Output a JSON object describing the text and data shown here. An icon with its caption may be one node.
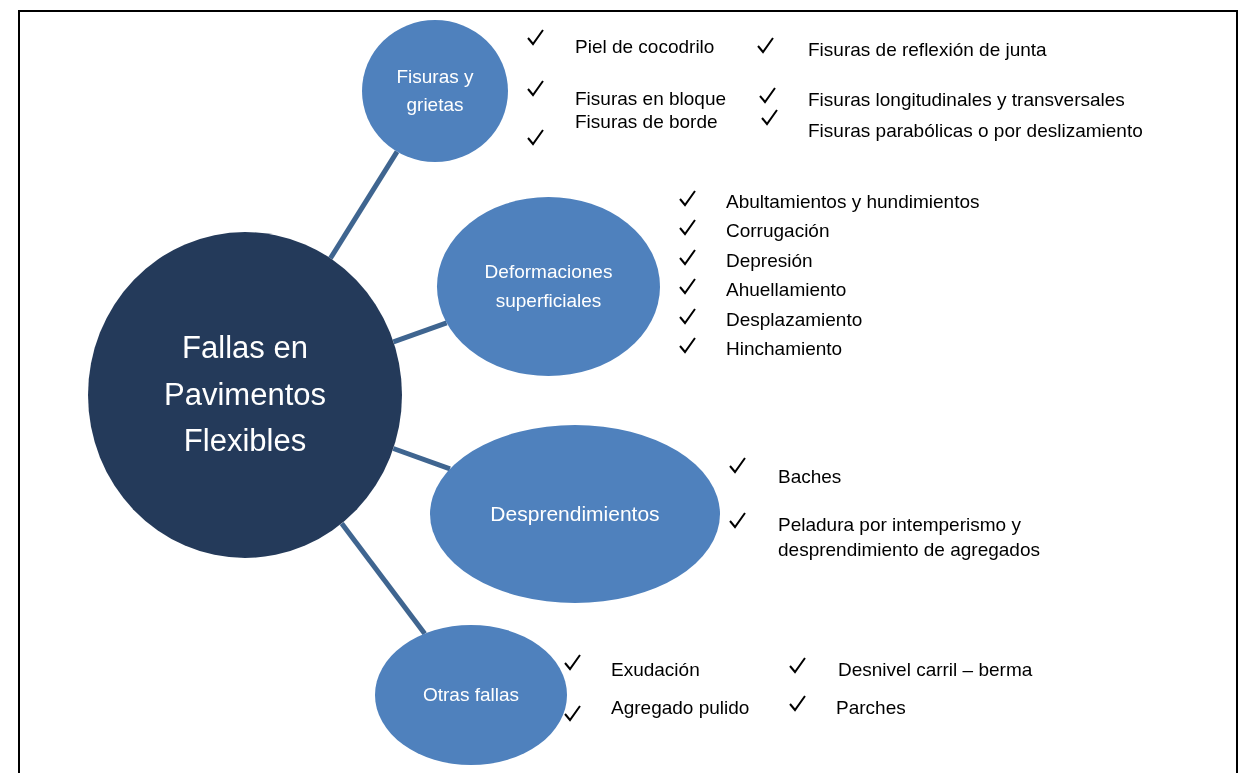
{
  "diagram": {
    "nodes": [
      {
        "text": [
          "Fallas en Pavimentos Flexibles"
        ]
      },
      {
        "text": [
          "Fisuras y grietas"
        ]
      },
      {
        "text": [
          "Deformaciones superficiales"
        ]
      },
      {
        "text": [
          "Desprendimientos"
        ]
      },
      {
        "text": [
          "Otras fallas"
        ]
      }
    ],
    "edges": [
      {
        "from": 0,
        "to": 1,
        "arrow": "none"
      },
      {
        "from": 0,
        "to": 2,
        "arrow": "none"
      },
      {
        "from": 0,
        "to": 3,
        "arrow": "none"
      },
      {
        "from": 0,
        "to": 4,
        "arrow": "none"
      }
    ],
    "labels": [
      "Piel de cocodrilo",
      "Fisuras de reflexión de junta",
      "Fisuras en bloque",
      "Fisuras longitudinales y transversales",
      "Fisuras de borde",
      "Fisuras parabólicas o por deslizamiento",
      "Abultamientos y hundimientos",
      "Corrugación",
      "Depresión",
      "Ahuellamiento",
      "Desplazamiento",
      "Hinchamiento",
      "Baches",
      "Peladura por intemperismo y desprendimiento de agregados",
      "Exudación",
      "Desnivel carril – berma",
      "Agregado pulido",
      "Parches"
    ]
  }
}
